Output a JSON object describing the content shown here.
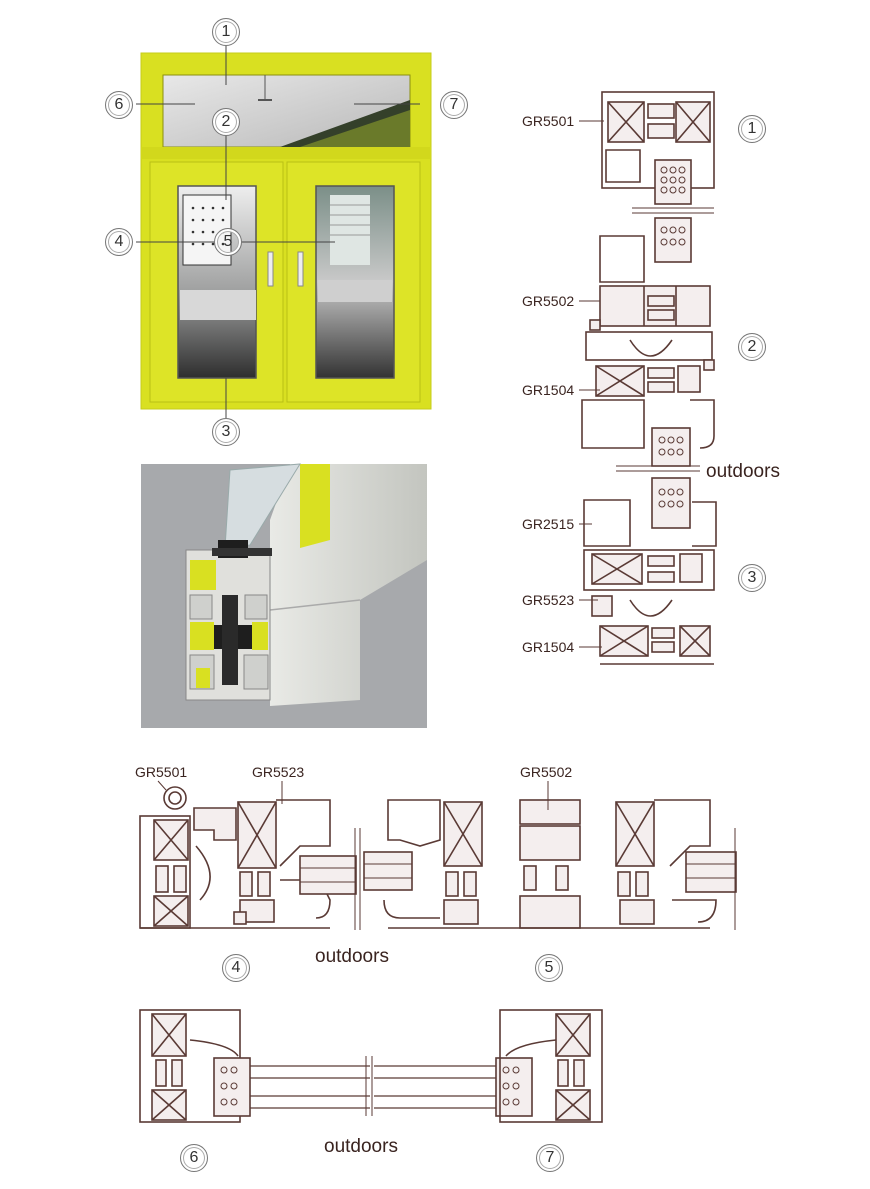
{
  "colors": {
    "frame_yellow": "#d9e021",
    "profile_stroke": "#5a3a35",
    "profile_fill": "#f4eeee",
    "render_bg": "#a7a9ac",
    "callout_text": "#3a2420"
  },
  "callouts": [
    "1",
    "2",
    "3",
    "4",
    "5",
    "6",
    "7"
  ],
  "labels": {
    "gr5501": "GR5501",
    "gr5502": "GR5502",
    "gr1504": "GR1504",
    "gr2515": "GR2515",
    "gr5523": "GR5523"
  },
  "outdoors": "outdoors"
}
